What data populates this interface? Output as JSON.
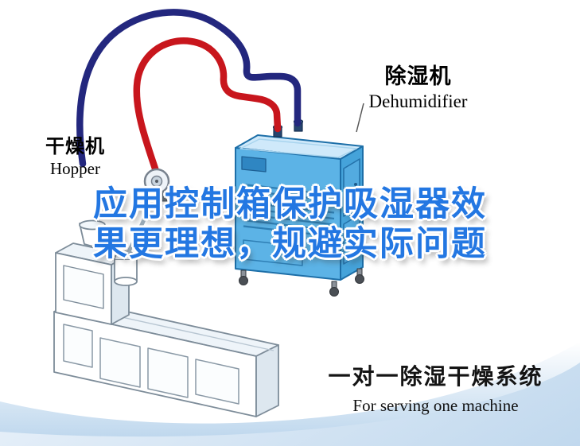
{
  "page": {
    "title": "Dehumidifier one-to-one drying system illustration"
  },
  "headline": {
    "line1": "应用控制箱保护吸湿器效",
    "line2": "果更理想，规避实际问题",
    "full_text": "应用控制箱保护吸湿器效果更理想，规避实际问题",
    "color": "#2377e2"
  },
  "labels": {
    "dehumidifier": {
      "cn": "除湿机",
      "en": "Dehumidifier"
    },
    "hopper": {
      "cn": "干燥机",
      "en": "Hopper"
    }
  },
  "caption": {
    "cn": "一对一除湿干燥系统",
    "en": "For serving one machine"
  },
  "diagram": {
    "components": [
      {
        "name": "dehumidifier-unit",
        "color": "#5cb3e6"
      },
      {
        "name": "return-air-pipe",
        "color": "#23277e"
      },
      {
        "name": "supply-air-pipe",
        "color": "#c8161d"
      },
      {
        "name": "blower",
        "color": "#eef3f8"
      },
      {
        "name": "extruder-machine",
        "color": "#ffffff"
      }
    ],
    "background_wave_color": "#b9d4ec"
  }
}
